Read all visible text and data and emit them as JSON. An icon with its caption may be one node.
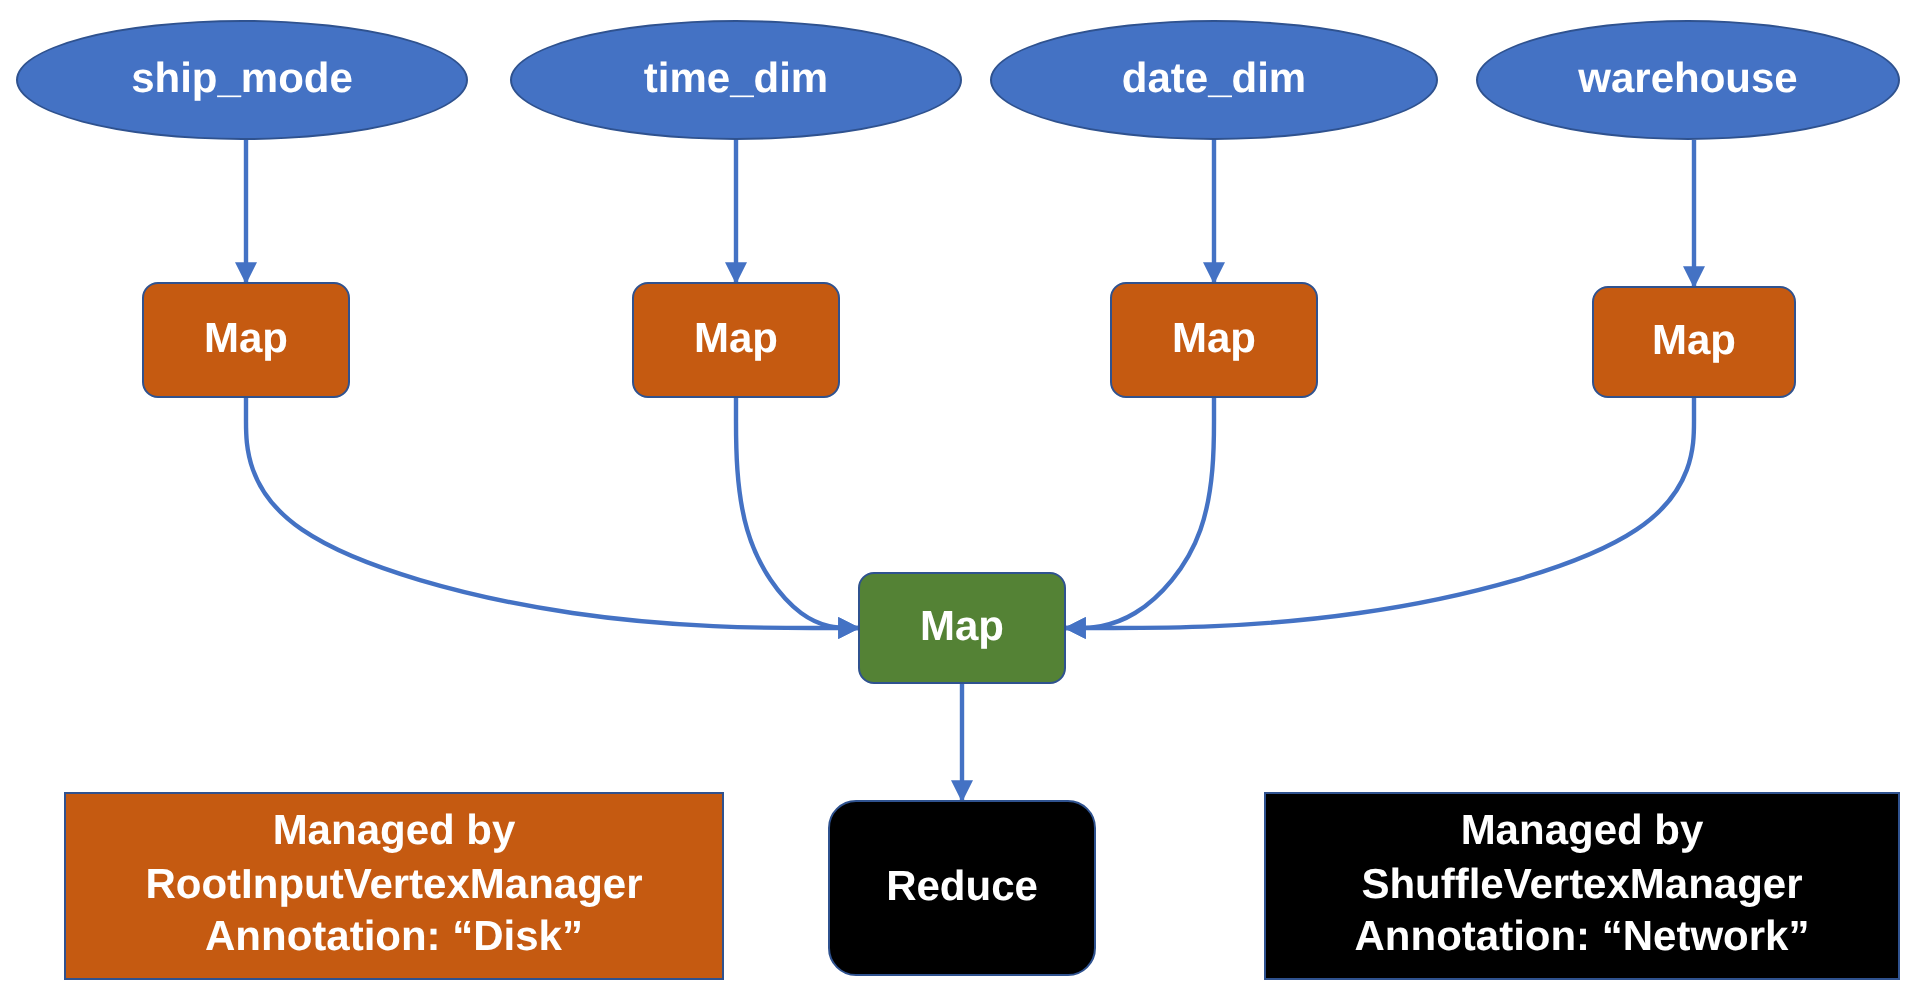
{
  "diagram": {
    "nodes": [
      {
        "text": [
          "ship_mode"
        ]
      },
      {
        "text": [
          "time_dim"
        ]
      },
      {
        "text": [
          "date_dim"
        ]
      },
      {
        "text": [
          "warehouse"
        ]
      },
      {
        "text": [
          "Map"
        ]
      },
      {
        "text": [
          "Map"
        ]
      },
      {
        "text": [
          "Map"
        ]
      },
      {
        "text": [
          "Map"
        ]
      },
      {
        "text": [
          "Map"
        ]
      },
      {
        "text": [
          "Reduce"
        ]
      },
      {
        "text": [
          "Managed by RootInputVertexManager Annotation: “Disk”"
        ]
      },
      {
        "text": [
          "Managed by ShuffleVertexManager Annotation: “Network”"
        ]
      }
    ],
    "edges": [
      {
        "from": 0,
        "to": 4,
        "arrow": "to"
      },
      {
        "from": 1,
        "to": 5,
        "arrow": "to"
      },
      {
        "from": 2,
        "to": 6,
        "arrow": "to"
      },
      {
        "from": 3,
        "to": 7,
        "arrow": "to"
      },
      {
        "from": 4,
        "to": 8,
        "arrow": "to"
      },
      {
        "from": 5,
        "to": 8,
        "arrow": "to"
      },
      {
        "from": 6,
        "to": 8,
        "arrow": "to"
      },
      {
        "from": 7,
        "to": 8,
        "arrow": "to"
      },
      {
        "from": 8,
        "to": 9,
        "arrow": "to"
      }
    ]
  }
}
